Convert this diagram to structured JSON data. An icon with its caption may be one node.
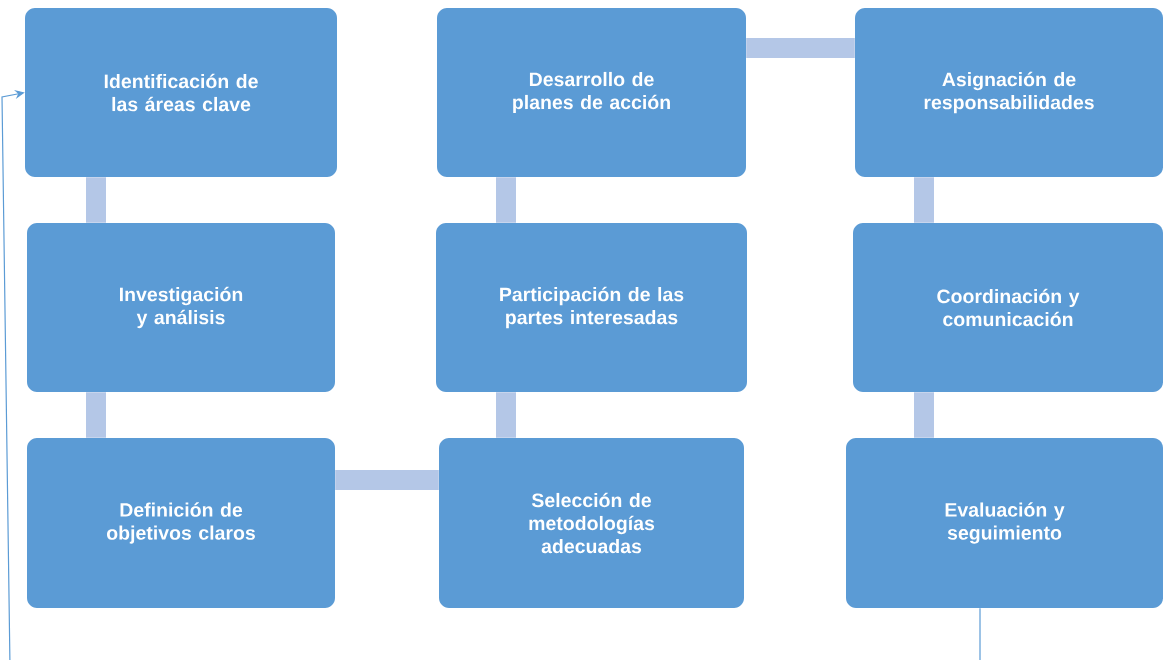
{
  "diagram": {
    "nodes": [
      {
        "text": [
          "Identificación de las áreas clave"
        ]
      },
      {
        "text": [
          "Investigación y análisis"
        ]
      },
      {
        "text": [
          "Definición de objetivos claros"
        ]
      },
      {
        "text": [
          "Selección de metodologías adecuadas"
        ]
      },
      {
        "text": [
          "Participación de las partes interesadas"
        ]
      },
      {
        "text": [
          "Desarrollo de planes de acción"
        ]
      },
      {
        "text": [
          "Asignación de responsabilidades"
        ]
      },
      {
        "text": [
          "Coordinación y comunicación"
        ]
      },
      {
        "text": [
          "Evaluación y seguimiento"
        ]
      }
    ],
    "edges": [
      {
        "from": 0,
        "to": 1,
        "arrow": "none"
      },
      {
        "from": 1,
        "to": 2,
        "arrow": "none"
      },
      {
        "from": 2,
        "to": 3,
        "arrow": "none"
      },
      {
        "from": 3,
        "to": 4,
        "arrow": "none"
      },
      {
        "from": 4,
        "to": 5,
        "arrow": "none"
      },
      {
        "from": 5,
        "to": 6,
        "arrow": "none"
      },
      {
        "from": 6,
        "to": 7,
        "arrow": "none"
      },
      {
        "from": 7,
        "to": 8,
        "arrow": "none"
      },
      {
        "from": 8,
        "to": 0,
        "arrow": "to",
        "color": "#5b9bd5"
      }
    ]
  }
}
